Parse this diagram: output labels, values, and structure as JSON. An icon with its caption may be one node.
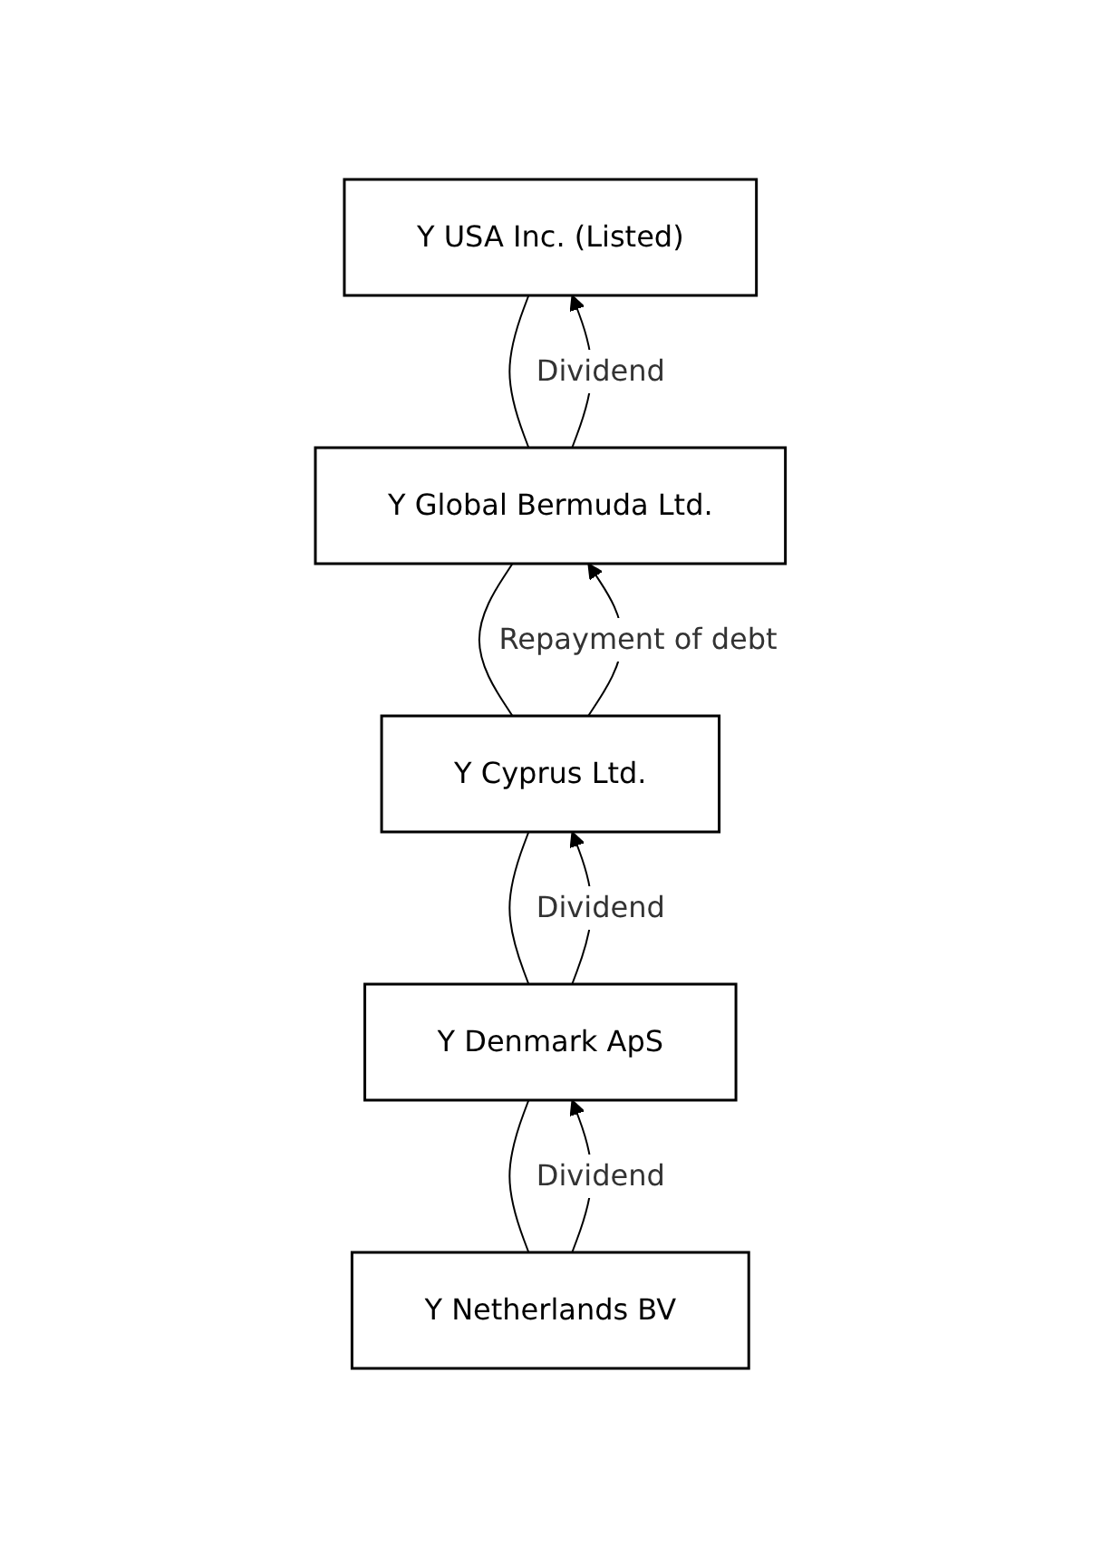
{
  "diagram": {
    "nodes": [
      {
        "text": [
          "Y USA Inc. (Listed)"
        ]
      },
      {
        "text": [
          "Y Global Bermuda Ltd."
        ]
      },
      {
        "text": [
          "Y Cyprus Ltd."
        ]
      },
      {
        "text": [
          "Y Denmark ApS"
        ]
      },
      {
        "text": [
          "Y Netherlands BV"
        ]
      }
    ],
    "edges": [
      {
        "from": 0,
        "to": 1,
        "arrow": "none"
      },
      {
        "from": 1,
        "to": 2,
        "arrow": "none"
      },
      {
        "from": 2,
        "to": 3,
        "arrow": "none"
      },
      {
        "from": 3,
        "to": 4,
        "arrow": "none"
      },
      {
        "from": 1,
        "to": 0,
        "arrow": "to",
        "label": "Dividend"
      },
      {
        "from": 2,
        "to": 1,
        "arrow": "to",
        "label": "Repayment of debt"
      },
      {
        "from": 3,
        "to": 2,
        "arrow": "to",
        "label": "Dividend"
      },
      {
        "from": 4,
        "to": 3,
        "arrow": "to",
        "label": "Dividend"
      }
    ]
  }
}
